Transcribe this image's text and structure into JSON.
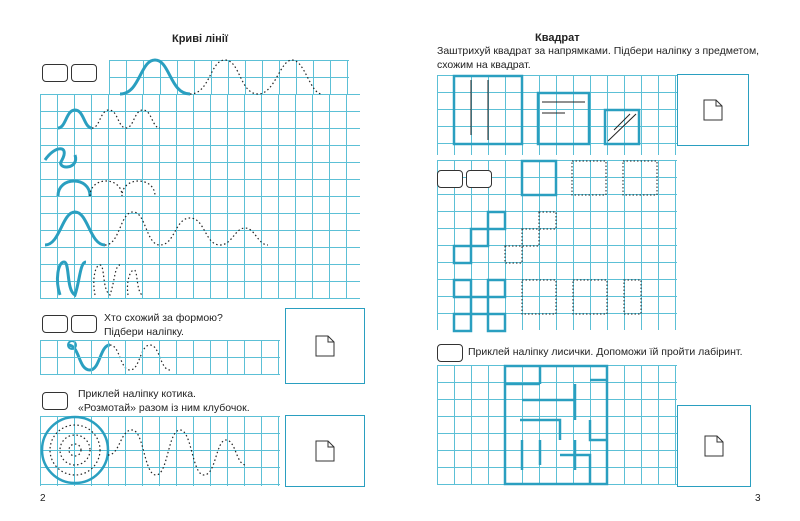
{
  "left_page": {
    "title": "Криві лінії",
    "task1": "Хто схожий за формою? Підбери наліпку.",
    "task1_line1": "Хто схожий за формою?",
    "task1_line2": "Підбери наліпку.",
    "task2_line1": "Приклей наліпку котика.",
    "task2_line2": "«Розмотай» разом із ним клубочок.",
    "page_number": "2"
  },
  "right_page": {
    "title": "Квадрат",
    "instruction_line1": "Заштрихуй квадрат за напрямками. Підбери наліпку з предметом,",
    "instruction_line2": "схожим на квадрат.",
    "task2": "Приклей наліпку лисички. Допоможи їй пройти лабіринт.",
    "page_number": "3"
  },
  "colors": {
    "grid": "#5cc0d6",
    "accent": "#2a9fc0"
  }
}
